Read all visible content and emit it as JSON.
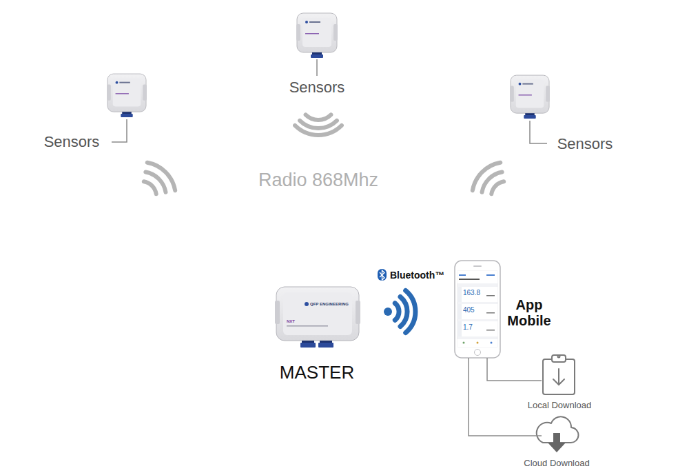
{
  "diagram": {
    "nodes": [
      {
        "text": [
          "Sensors"
        ]
      },
      {
        "text": [
          "Sensors"
        ]
      },
      {
        "text": [
          "Sensors"
        ]
      },
      {
        "text": [
          "MASTER"
        ]
      },
      {
        "text": [
          "App Mobile"
        ]
      },
      {
        "text": [
          "Local Download"
        ]
      },
      {
        "text": [
          "Cloud Download"
        ]
      }
    ],
    "edges": [
      {
        "from": 4,
        "to": 5,
        "arrow": "none"
      },
      {
        "from": 4,
        "to": 6,
        "arrow": "none"
      }
    ],
    "labels": [
      "Radio 868Mhz",
      "Bluetooth™",
      "163.8",
      "405",
      "1.7",
      "QFP ENGINEERING",
      "NXT"
    ]
  }
}
